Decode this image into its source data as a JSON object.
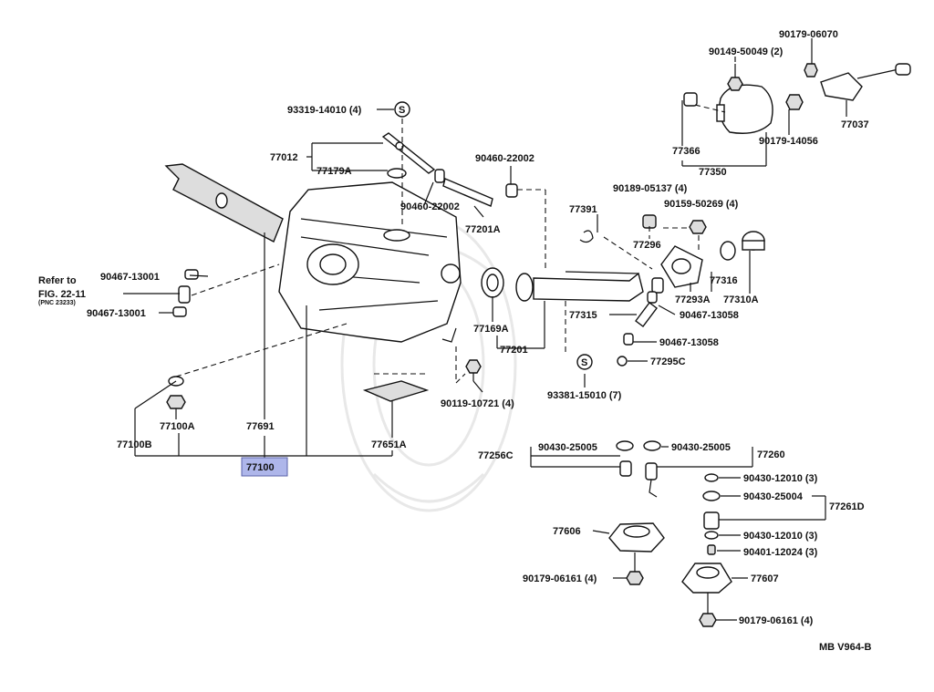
{
  "labels": {
    "p93319": "93319-14010 (4)",
    "p77012": "77012",
    "p77179A": "77179A",
    "p90460a": "90460-22002",
    "p90460b": "90460-22002",
    "p77201A": "77201A",
    "p90467a": "90467-13001",
    "p90467b": "90467-13001",
    "ref1": "Refer to",
    "ref2": "FIG. 22-11",
    "ref3": "(PNC 23233)",
    "p77169A": "77169A",
    "p77201": "77201",
    "p77391": "77391",
    "p90179_06070": "90179-06070",
    "p90149": "90149-50049 (2)",
    "p77037": "77037",
    "p77366": "77366",
    "p90179_14056": "90179-14056",
    "p77350": "77350",
    "p90189": "90189-05137 (4)",
    "p90159": "90159-50269 (4)",
    "p77296": "77296",
    "p77316": "77316",
    "p77293A": "77293A",
    "p77310A": "77310A",
    "p77315": "77315",
    "p90467_13058a": "90467-13058",
    "p90467_13058b": "90467-13058",
    "p77295C": "77295C",
    "p93381": "93381-15010 (7)",
    "p90119": "90119-10721 (4)",
    "p77100A": "77100A",
    "p77100B": "77100B",
    "p77691": "77691",
    "p77651A": "77651A",
    "p77100": "77100",
    "p77256C": "77256C",
    "p90430_25005a": "90430-25005",
    "p90430_25005b": "90430-25005",
    "p77260": "77260",
    "p90430_12010a": "90430-12010 (3)",
    "p90430_25004": "90430-25004",
    "p77261D": "77261D",
    "p90430_12010b": "90430-12010 (3)",
    "p90401": "90401-12024 (3)",
    "p77606": "77606",
    "p77607": "77607",
    "p90179_06161a": "90179-06161 (4)",
    "p90179_06161b": "90179-06161 (4)",
    "ref_code": "MB V964-B",
    "s1": "S",
    "s2": "S"
  }
}
